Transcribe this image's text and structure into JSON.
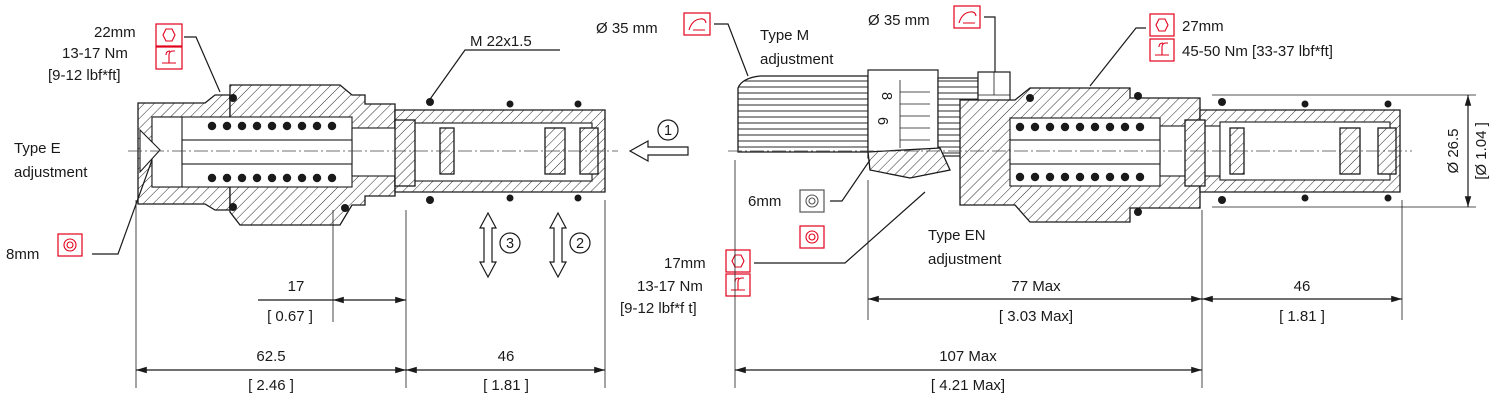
{
  "left_valve": {
    "adjustment_type_line1": "Type E",
    "adjustment_type_line2": "adjustment",
    "hex_size": "22mm",
    "torque_nm": "13-17 Nm",
    "torque_lbf": "[9-12 lbf*ft]",
    "thread": "M 22x1.5",
    "key_size": "8mm",
    "dim_17": "17",
    "dim_17_in": "[ 0.67 ]",
    "dim_625": "62.5",
    "dim_625_in": "[ 2.46 ]",
    "dim_46": "46",
    "dim_46_in": "[ 1.81 ]",
    "port_3": "3",
    "port_2": "2",
    "port_1": "1"
  },
  "right_valve": {
    "knob_dia_left": "Ø 35 mm",
    "knob_dia_right": "Ø 35 mm",
    "type_m_line1": "Type M",
    "type_m_line2": "adjustment",
    "hex_size": "27mm",
    "torque": "45-50 Nm [33-37 lbf*ft]",
    "key_size": "6mm",
    "type_en_line1": "Type EN",
    "type_en_line2": "adjustment",
    "en_hex_size": "17mm",
    "en_torque_nm": "13-17 Nm",
    "en_torque_lbf": "[9-12 lbf*f  t]",
    "dim_77": "77 Max",
    "dim_77_in": "[ 3.03 Max]",
    "dim_46": "46",
    "dim_46_in": "[ 1.81 ]",
    "dim_107": "107 Max",
    "dim_107_in": "[ 4.21 Max]",
    "dim_dia_mm": "Ø 26.5",
    "dim_dia_in": "[Ø 1.04 ]",
    "knob_scale_8": "8",
    "knob_scale_6": "6"
  },
  "icons": {
    "hex": "hex-wrench-icon",
    "torque": "torque-wrench-icon",
    "hand": "hand-adjust-icon",
    "socket": "hex-socket-icon"
  },
  "colors": {
    "icon_red": "#e3001b",
    "line": "#1a1a1a"
  }
}
